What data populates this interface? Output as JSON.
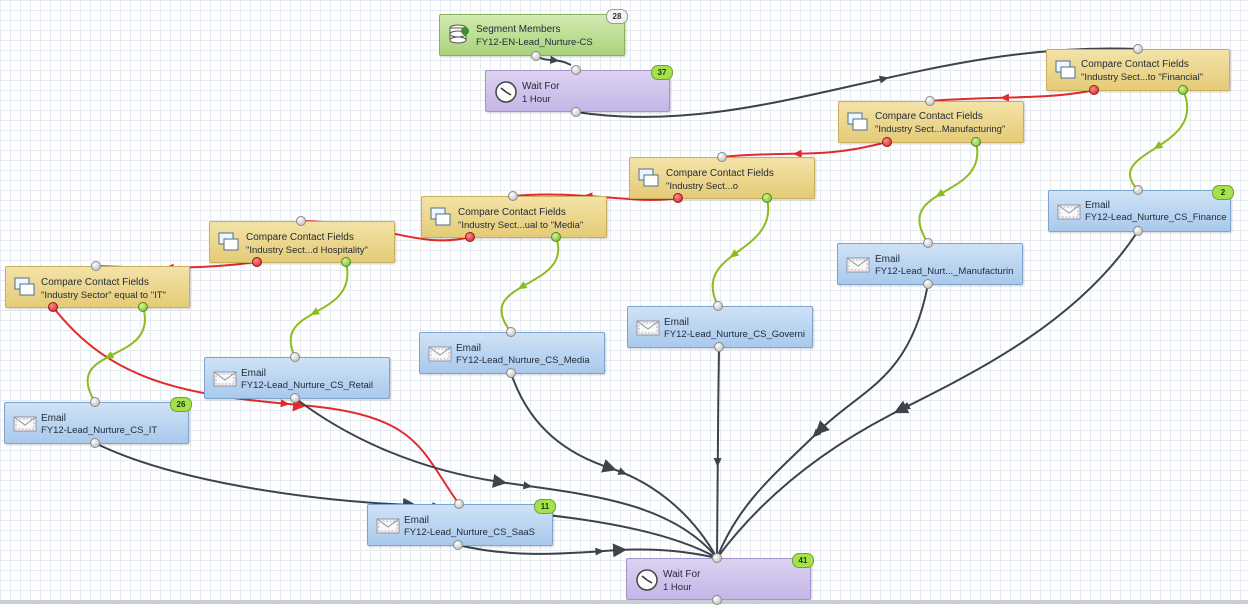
{
  "colors": {
    "no_path": "#e32b2b",
    "yes_path": "#8cbc1f",
    "flow_path": "#3d434a"
  },
  "icons": {
    "compare": "compare-fields-icon",
    "email": "email-envelope-icon",
    "wait": "clock-icon",
    "segment": "database-segment-icon"
  },
  "nodes": {
    "segment": {
      "title": "Segment Members",
      "subtitle": "FY12-EN-Lead_Nurture-CS",
      "count": "28"
    },
    "wait_top": {
      "title": "Wait For",
      "subtitle": "1 Hour",
      "count": "37"
    },
    "cmp_financial": {
      "title": "Compare Contact Fields",
      "subtitle": "\"Industry Sect...to \"Financial\""
    },
    "cmp_manufacturing": {
      "title": "Compare Contact Fields",
      "subtitle": "\"Industry Sect...Manufacturing\""
    },
    "cmp_government": {
      "title": "Compare Contact Fields",
      "subtitle": "\"Industry Sect...o"
    },
    "cmp_media": {
      "title": "Compare Contact Fields",
      "subtitle": "\"Industry Sect...ual to \"Media\""
    },
    "cmp_hospitality": {
      "title": "Compare Contact Fields",
      "subtitle": "\"Industry Sect...d Hospitality\""
    },
    "cmp_it": {
      "title": "Compare Contact Fields",
      "subtitle": "\"Industry Sector\" equal to \"IT\""
    },
    "email_finance": {
      "title": "Email",
      "subtitle": "FY12-Lead_Nurture_CS_Finance",
      "count": "2"
    },
    "email_manufacturing": {
      "title": "Email",
      "subtitle": "FY12-Lead_Nurt..._Manufacturin"
    },
    "email_government": {
      "title": "Email",
      "subtitle": "FY12-Lead_Nurture_CS_Governi"
    },
    "email_media": {
      "title": "Email",
      "subtitle": "FY12-Lead_Nurture_CS_Media"
    },
    "email_retail": {
      "title": "Email",
      "subtitle": "FY12-Lead_Nurture_CS_Retail"
    },
    "email_it": {
      "title": "Email",
      "subtitle": "FY12-Lead_Nurture_CS_IT",
      "count": "26"
    },
    "email_saas": {
      "title": "Email",
      "subtitle": "FY12-Lead_Nurture_CS_SaaS",
      "count": "11"
    },
    "wait_bottom": {
      "title": "Wait For",
      "subtitle": "1 Hour",
      "count": "41"
    }
  }
}
